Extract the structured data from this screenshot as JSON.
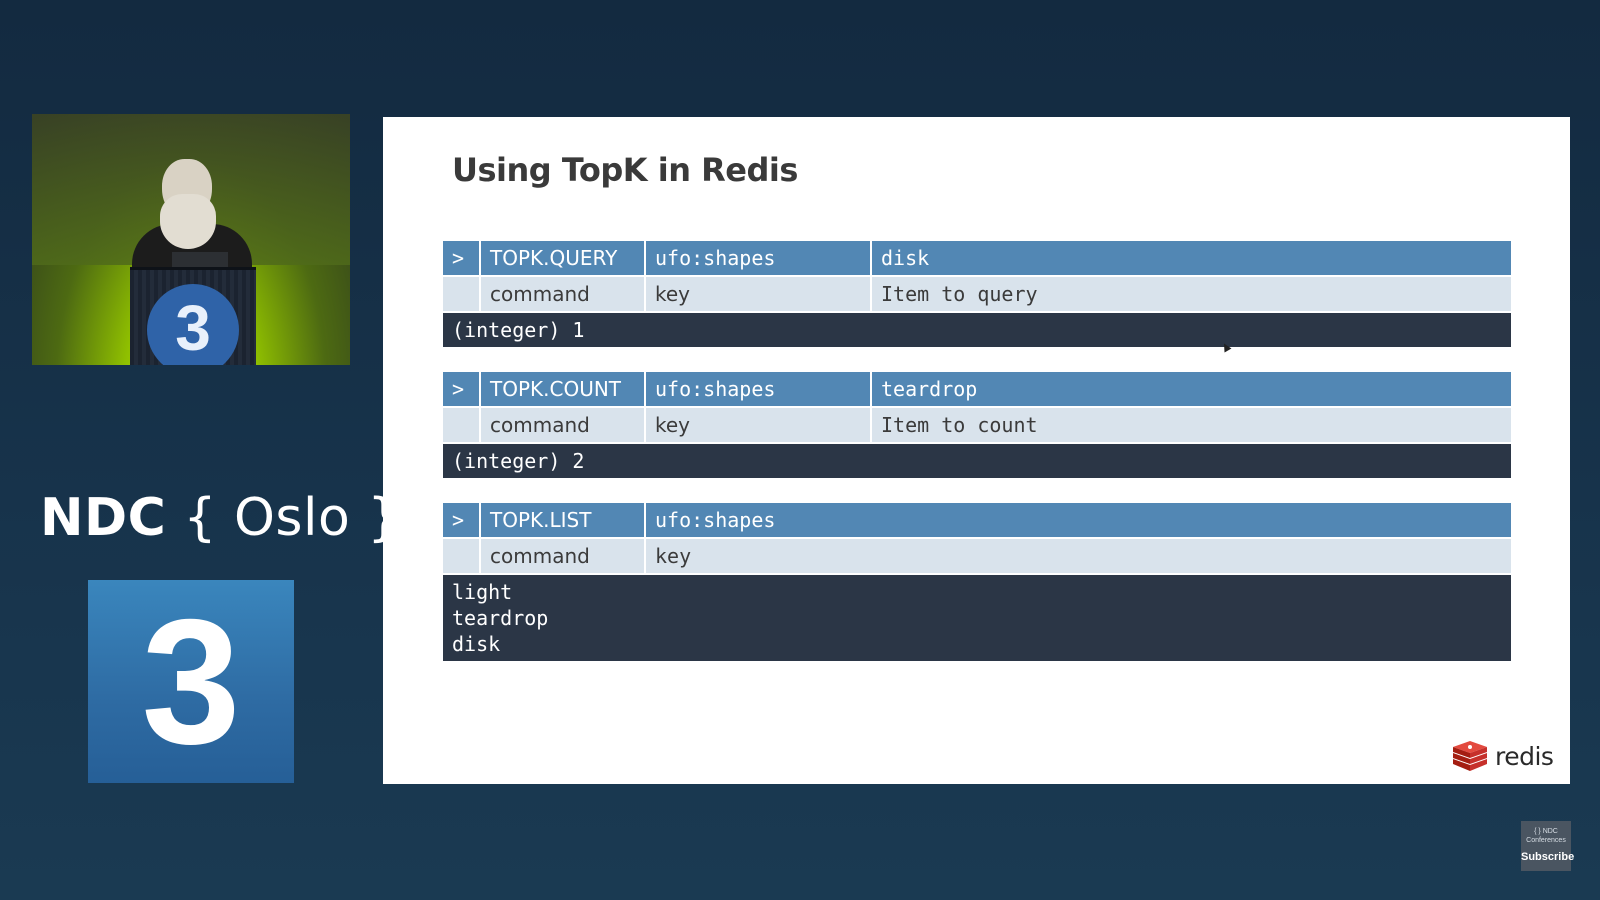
{
  "event": {
    "logo_bold": "NDC",
    "logo_light": "{ Oslo }",
    "room_number": "3",
    "podium_badge": "3"
  },
  "slide": {
    "title": "Using TopK in Redis",
    "blocks": [
      {
        "prompt": ">",
        "command": "TOPK.QUERY",
        "key": "ufo:shapes",
        "arg": "disk",
        "desc_command": "command",
        "desc_key": "key",
        "desc_arg": "Item to query",
        "output": [
          "(integer) 1"
        ]
      },
      {
        "prompt": ">",
        "command": "TOPK.COUNT",
        "key": "ufo:shapes",
        "arg": "teardrop",
        "desc_command": "command",
        "desc_key": "key",
        "desc_arg": "Item to count",
        "output": [
          "(integer) 2"
        ]
      },
      {
        "prompt": ">",
        "command": "TOPK.LIST",
        "key": "ufo:shapes",
        "desc_command": "command",
        "desc_key": "key",
        "output": [
          "light",
          "teardrop",
          "disk"
        ]
      }
    ],
    "brand": "redis"
  },
  "subscribe": {
    "small_line1": "{ } NDC",
    "small_line2": "Conferences",
    "label": "Subscribe"
  },
  "colors": {
    "command_row": "#5287b4",
    "description_row": "#d9e3ec",
    "output_row": "#2b3646",
    "room_box": "#2e6ba3",
    "redis_red": "#c6302b"
  }
}
